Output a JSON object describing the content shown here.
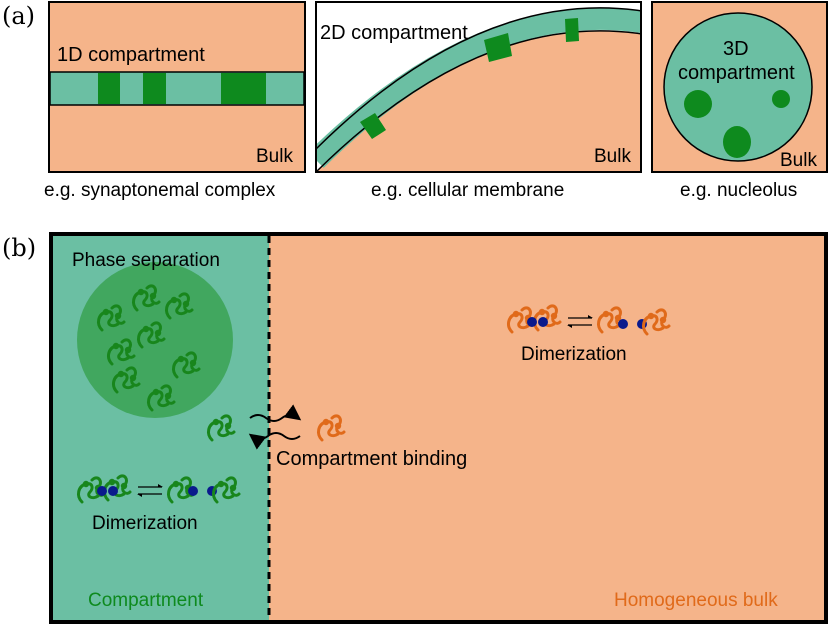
{
  "panel_a": {
    "letter": "(a)",
    "box1": {
      "title": "1D compartment",
      "corner": "Bulk",
      "caption": "e.g. synaptonemal complex"
    },
    "box2": {
      "title": "2D compartment",
      "corner": "Bulk",
      "caption": "e.g. cellular membrane"
    },
    "box3": {
      "title_line1": "3D",
      "title_line2": "compartment",
      "corner": "Bulk",
      "caption": "e.g. nucleolus"
    }
  },
  "panel_b": {
    "letter": "(b)",
    "phase_separation": "Phase separation",
    "dimerization_left": "Dimerization",
    "compartment_label": "Compartment",
    "compartment_binding": "Compartment binding",
    "dimerization_right": "Dimerization",
    "bulk_label": "Homogeneous bulk"
  },
  "colors": {
    "bulk": "#f5b48a",
    "compartment": "#6bbfa3",
    "domain": "#0e8a1e",
    "orange_protein": "#e06a1a",
    "green_protein": "#18861c",
    "dimer_dot": "#0a1a8c"
  }
}
